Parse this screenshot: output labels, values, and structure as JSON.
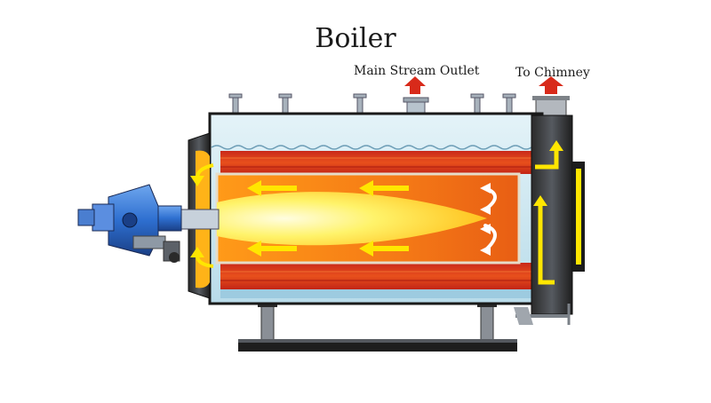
{
  "diagram": {
    "title": "Boiler",
    "labels": {
      "main_stream_outlet": "Main Stream Outlet",
      "to_chimney": "To Chimney"
    },
    "colors": {
      "water": "#cfe8f2",
      "water_dark": "#9ccbe0",
      "hot_red": "#d6301c",
      "hot_orange": "#f07818",
      "flame_yellow": "#fff25a",
      "arrow_yellow": "#ffe600",
      "arrow_red": "#d82a1a",
      "steel_dark": "#1c1c1c",
      "steel_gray": "#8a8f96",
      "burner_blue": "#2e6fd0"
    },
    "icons": {
      "steam_outlet": "red-up-arrow-icon",
      "chimney_outlet": "red-up-arrow-icon",
      "gas_flow": "yellow-arrow-icon"
    }
  }
}
